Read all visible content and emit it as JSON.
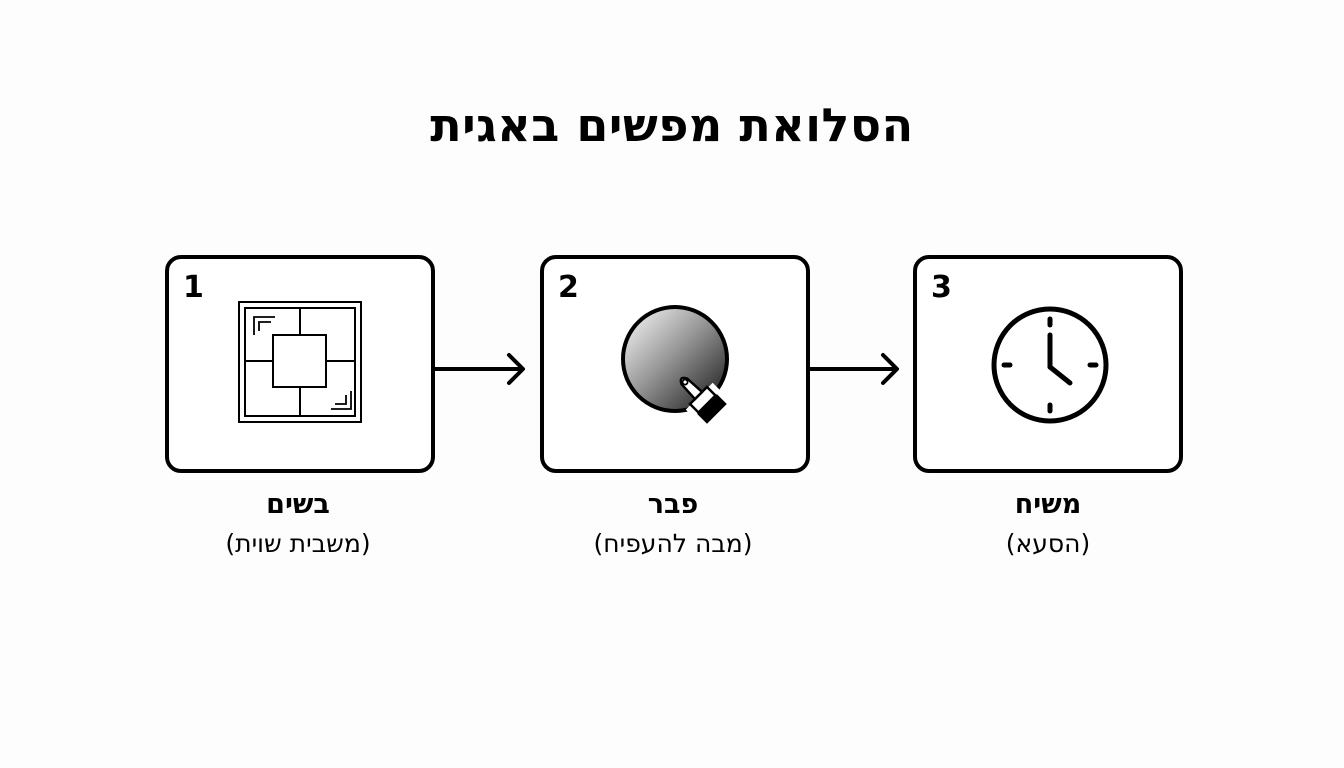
{
  "title": "הסלואת מפשים באגית",
  "colors": {
    "background": "#fdfdfd",
    "stroke": "#000000",
    "box_fill": "#ffffff"
  },
  "steps": [
    {
      "number": "1",
      "icon": "window-frame-icon",
      "label": "בשים",
      "sublabel": "(משבית שוית)"
    },
    {
      "number": "2",
      "icon": "gradient-sphere-paintbrush-icon",
      "label": "פבר",
      "sublabel": "(מבה להעפיח)"
    },
    {
      "number": "3",
      "icon": "clock-icon",
      "label": "משיח",
      "sublabel": "(הסעא)"
    }
  ],
  "connectors": [
    {
      "from": "1",
      "to": "2",
      "icon": "arrow-right-icon"
    },
    {
      "from": "2",
      "to": "3",
      "icon": "arrow-right-icon"
    }
  ]
}
